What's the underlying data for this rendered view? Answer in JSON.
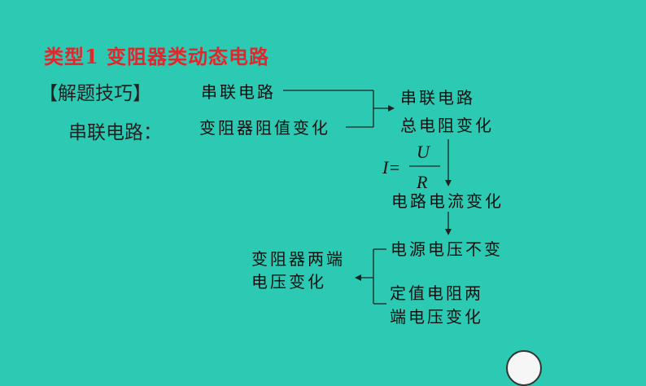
{
  "title": "类型1   变阻器类动态电路",
  "tip_label": "【解题技巧】",
  "series_label": "串联电路：",
  "flow": {
    "n1": "串联电路",
    "n2": "变阻器阻值变化",
    "n3_line1": "串联电路",
    "n3_line2": "总电阻变化",
    "formula_i": "I=",
    "formula_num": "U",
    "formula_den": "R",
    "n4": "电路电流变化",
    "n5": "电源电压不变",
    "n6_line1": "定值电阻两",
    "n6_line2": "端电压变化",
    "n7_line1": "变阻器两端",
    "n7_line2": "电压变化"
  },
  "colors": {
    "background": "#2cc9b3",
    "title": "#e3262c",
    "text": "#111111"
  }
}
